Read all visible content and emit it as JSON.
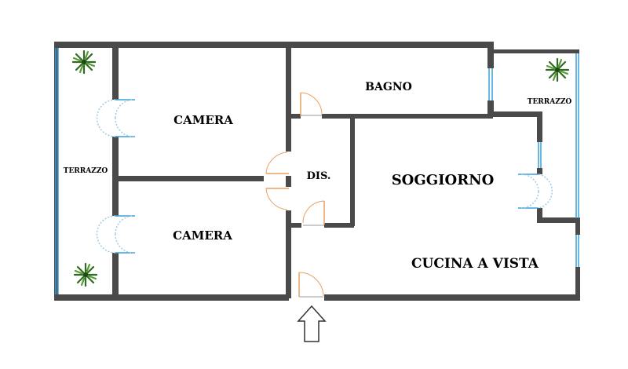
{
  "labels": {
    "camera_top": "CAMERA",
    "camera_bottom": "CAMERA",
    "bagno": "BAGNO",
    "dis": "DIS.",
    "soggiorno": "SOGGIORNO",
    "cucina": "CUCINA A VISTA",
    "terrazzo_left": "TERRAZZO",
    "terrazzo_right": "TERRAZZO"
  },
  "colors": {
    "wall": "#4a4a4a",
    "glass": "#3a9fd8",
    "door_arc": "#e8a060",
    "plant": "#2f6b22",
    "arrow": "#333333"
  },
  "icons": {
    "plant": "plant-icon",
    "entrance": "entrance-arrow-icon"
  }
}
